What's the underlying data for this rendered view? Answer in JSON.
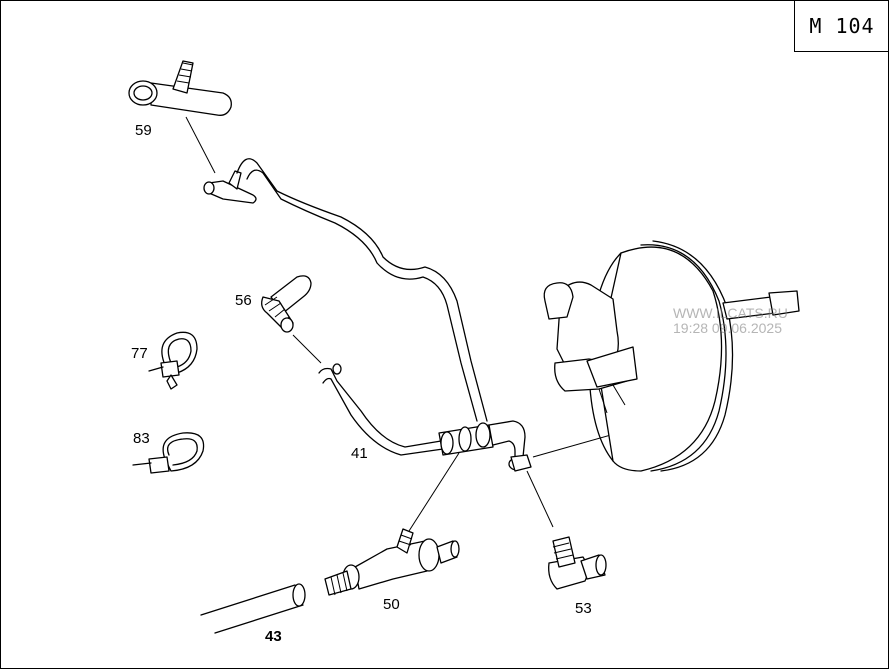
{
  "model": "M 104",
  "labels": {
    "p59": "59",
    "p56": "56",
    "p77": "77",
    "p83": "83",
    "p41": "41",
    "p50": "50",
    "p53": "53",
    "p43": "43"
  },
  "watermark": {
    "line1": "WWW.ILCATS.RU",
    "line2": "19:28 09.06.2025"
  }
}
